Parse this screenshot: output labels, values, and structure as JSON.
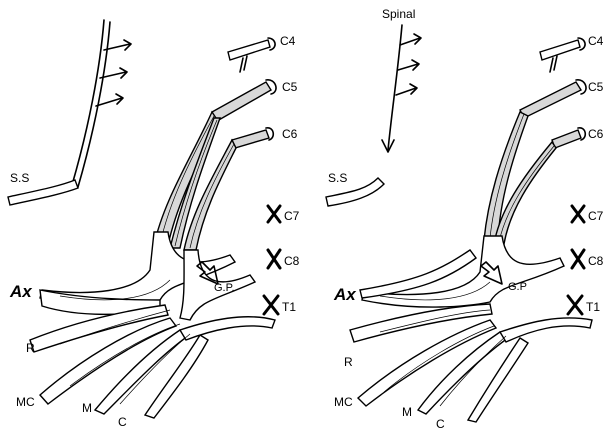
{
  "left_panel": {
    "roots": [
      "C4",
      "C5",
      "C6",
      "C7",
      "C8",
      "T1"
    ],
    "donor": "S.S",
    "plexus_labels": {
      "axillary": "Ax",
      "radial": "R",
      "musculocutaneous": "MC",
      "median": "M",
      "ulnar": "C",
      "graft_point": "G.P."
    }
  },
  "right_panel": {
    "title": "Spinal",
    "roots": [
      "C4",
      "C5",
      "C6",
      "C7",
      "C8",
      "T1"
    ],
    "donor": "S.S",
    "plexus_labels": {
      "axillary": "Ax",
      "radial": "R",
      "musculocutaneous": "MC",
      "median": "M",
      "ulnar": "C",
      "graft_point": "G.P"
    }
  },
  "avulsed_roots": [
    "C7",
    "C8",
    "T1"
  ]
}
